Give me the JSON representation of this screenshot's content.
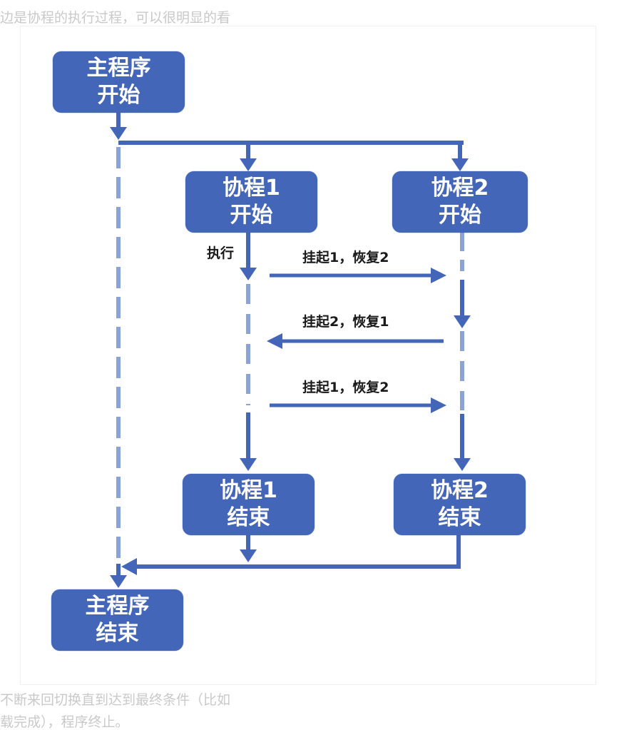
{
  "background_text": {
    "top_line": "边是协程的执行过程，可以很明显的看",
    "bottom_line_1": "不断来回切换直到达到最终条件（比如",
    "bottom_line_2": "载完成），程序终止。"
  },
  "nodes": {
    "main_start": [
      "主程序",
      "开始"
    ],
    "co1_start": [
      "协程1",
      "开始"
    ],
    "co2_start": [
      "协程2",
      "开始"
    ],
    "co1_end": [
      "协程1",
      "结束"
    ],
    "co2_end": [
      "协程2",
      "结束"
    ],
    "main_end": [
      "主程序",
      "结束"
    ]
  },
  "labels": {
    "execute": "执行",
    "msg1": "挂起1，恢复2",
    "msg2": "挂起2，恢复1",
    "msg3": "挂起1，恢复2"
  },
  "colors": {
    "node_fill": "#4466b8",
    "line": "#4466b8",
    "dashed_line": "#8aa4d8"
  }
}
